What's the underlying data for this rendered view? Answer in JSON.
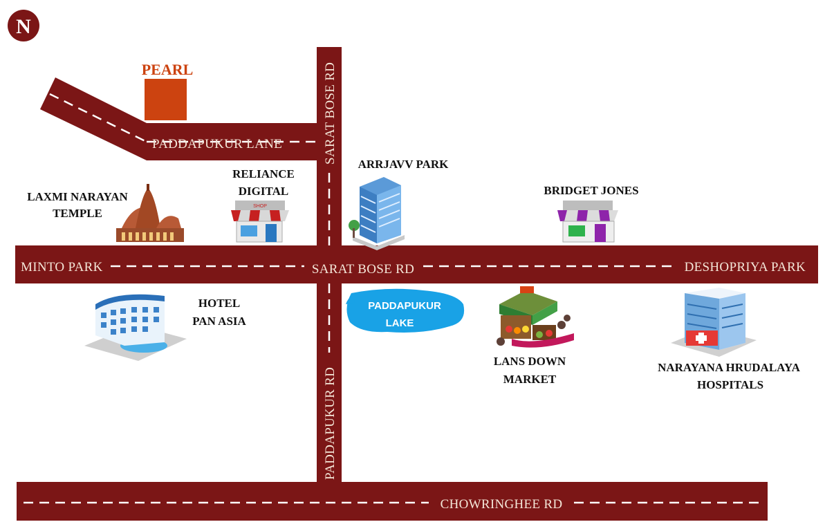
{
  "compass": {
    "letter": "N",
    "icon": "north-compass-icon"
  },
  "colors": {
    "road": "#7b1616",
    "road_dash": "#ffffff",
    "road_text": "#f4e6d8",
    "pearl": "#cc4310",
    "lake": "#19a2e6",
    "label": "#111111"
  },
  "roads": {
    "sarat_bose_horizontal": "SARAT BOSE RD",
    "sarat_bose_vertical": "SARAT BOSE RD",
    "paddapukur_lane": "PADDAPUKUR LANE",
    "paddapukur_rd": "PADDAPUKUR RD",
    "chowringhee_rd": "CHOWRINGHEE RD",
    "minto_park": "MINTO PARK",
    "deshopriya_park": "DESHOPRIYA PARK"
  },
  "pois": {
    "pearl": "PEARL",
    "laxmi_narayan": {
      "line1": "LAXMI NARAYAN",
      "line2": "TEMPLE"
    },
    "reliance_digital": {
      "line1": "RELIANCE",
      "line2": "DIGITAL"
    },
    "arrjavv_park": "ARRJAVV PARK",
    "bridget_jones": "BRIDGET  JONES",
    "hotel_pan_asia": {
      "line1": "HOTEL",
      "line2": "PAN ASIA"
    },
    "paddapukur_lake": {
      "line1": "PADDAPUKUR",
      "line2": "LAKE"
    },
    "lans_down_market": {
      "line1": "LANS DOWN",
      "line2": "MARKET"
    },
    "narayana_hrudalaya": {
      "line1": "NARAYANA  HRUDALAYA",
      "line2": "HOSPITALS"
    }
  }
}
